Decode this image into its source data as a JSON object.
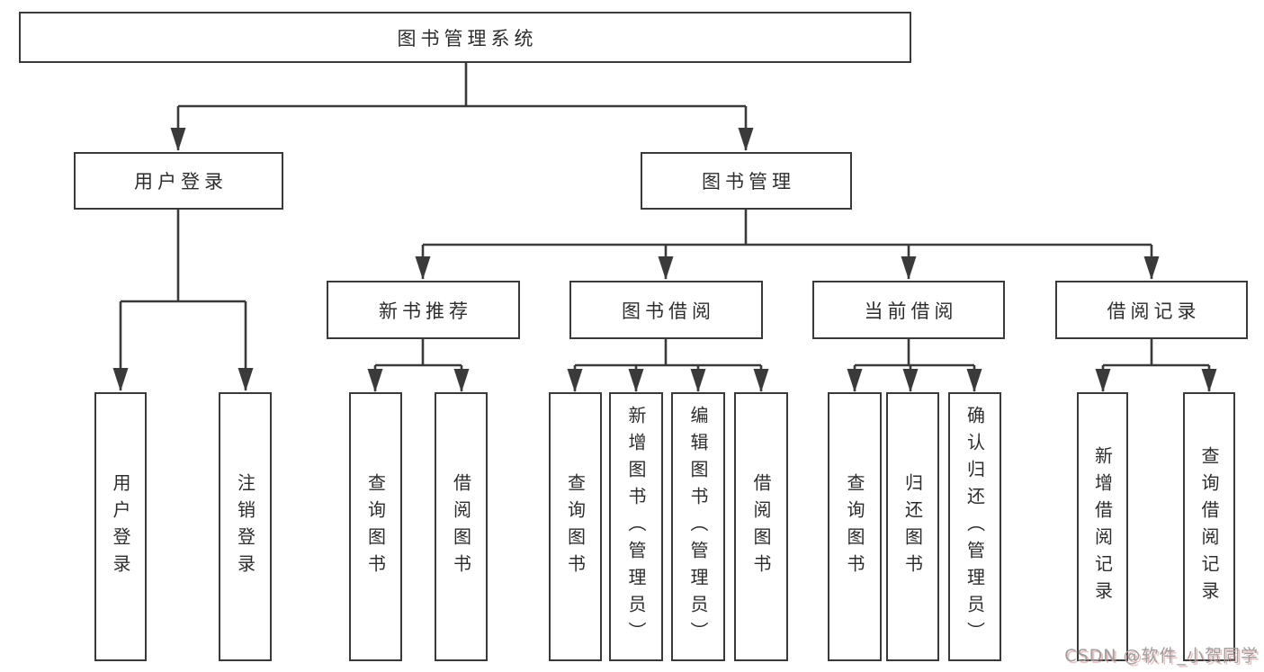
{
  "diagram": {
    "type": "org-chart",
    "root": {
      "label": "图书管理系统",
      "children": [
        {
          "label": "用户登录",
          "children": [
            {
              "label": "用户登录"
            },
            {
              "label": "注销登录"
            }
          ]
        },
        {
          "label": "图书管理",
          "children": [
            {
              "label": "新书推荐",
              "children": [
                {
                  "label": "查询图书"
                },
                {
                  "label": "借阅图书"
                }
              ]
            },
            {
              "label": "图书借阅",
              "children": [
                {
                  "label": "查询图书"
                },
                {
                  "label": "新增图书（管理员）"
                },
                {
                  "label": "编辑图书（管理员）"
                },
                {
                  "label": "借阅图书"
                }
              ]
            },
            {
              "label": "当前借阅",
              "children": [
                {
                  "label": "查询图书"
                },
                {
                  "label": "归还图书"
                },
                {
                  "label": "确认归还（管理员）"
                }
              ]
            },
            {
              "label": "借阅记录",
              "children": [
                {
                  "label": "新增借阅记录"
                },
                {
                  "label": "查询借阅记录"
                }
              ]
            }
          ]
        }
      ]
    },
    "colors": {
      "line": "#3a3a3a",
      "box_border": "#3a3a3a",
      "box_fill": "#ffffff",
      "text": "#2d2d2d",
      "background": "#ffffff"
    }
  },
  "watermark": {
    "text": "CSDN @软件_小贺同学",
    "color": "#9e9e9e",
    "shadow_color": "#d98c8c"
  }
}
